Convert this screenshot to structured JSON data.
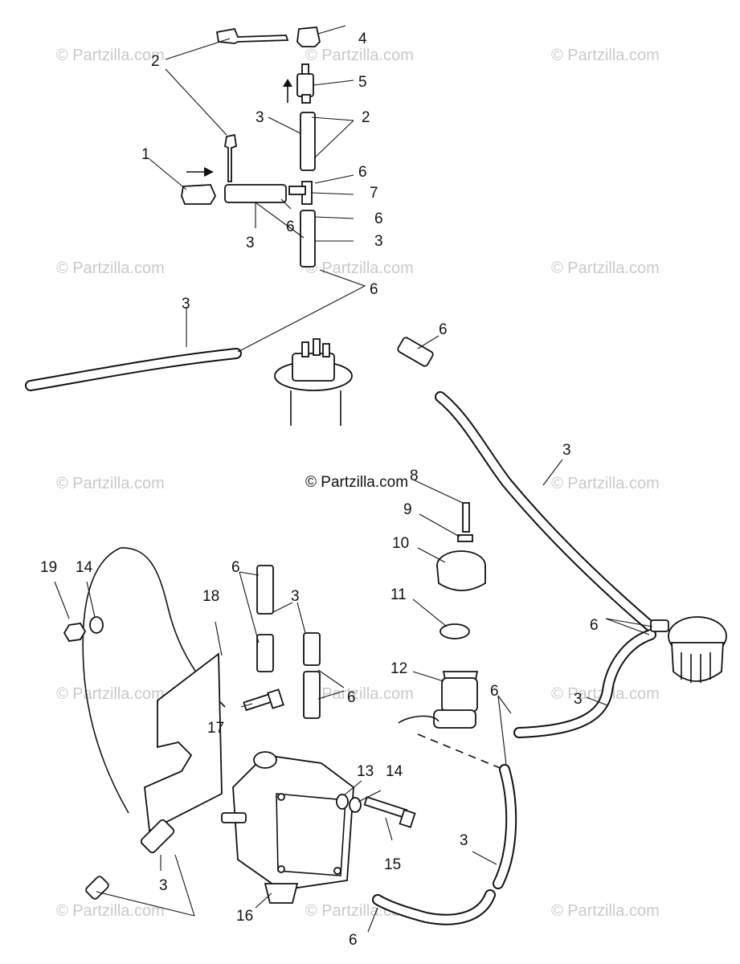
{
  "watermark": "© Partzilla.com",
  "copyright": "© Partzilla.com",
  "callouts": [
    "1",
    "2",
    "3",
    "3",
    "3",
    "3",
    "3",
    "3",
    "3",
    "3",
    "3",
    "2",
    "4",
    "5",
    "6",
    "6",
    "6",
    "6",
    "6",
    "6",
    "6",
    "6",
    "6",
    "6",
    "7",
    "8",
    "9",
    "10",
    "11",
    "12",
    "13",
    "14",
    "14",
    "15",
    "16",
    "17",
    "18",
    "19"
  ]
}
